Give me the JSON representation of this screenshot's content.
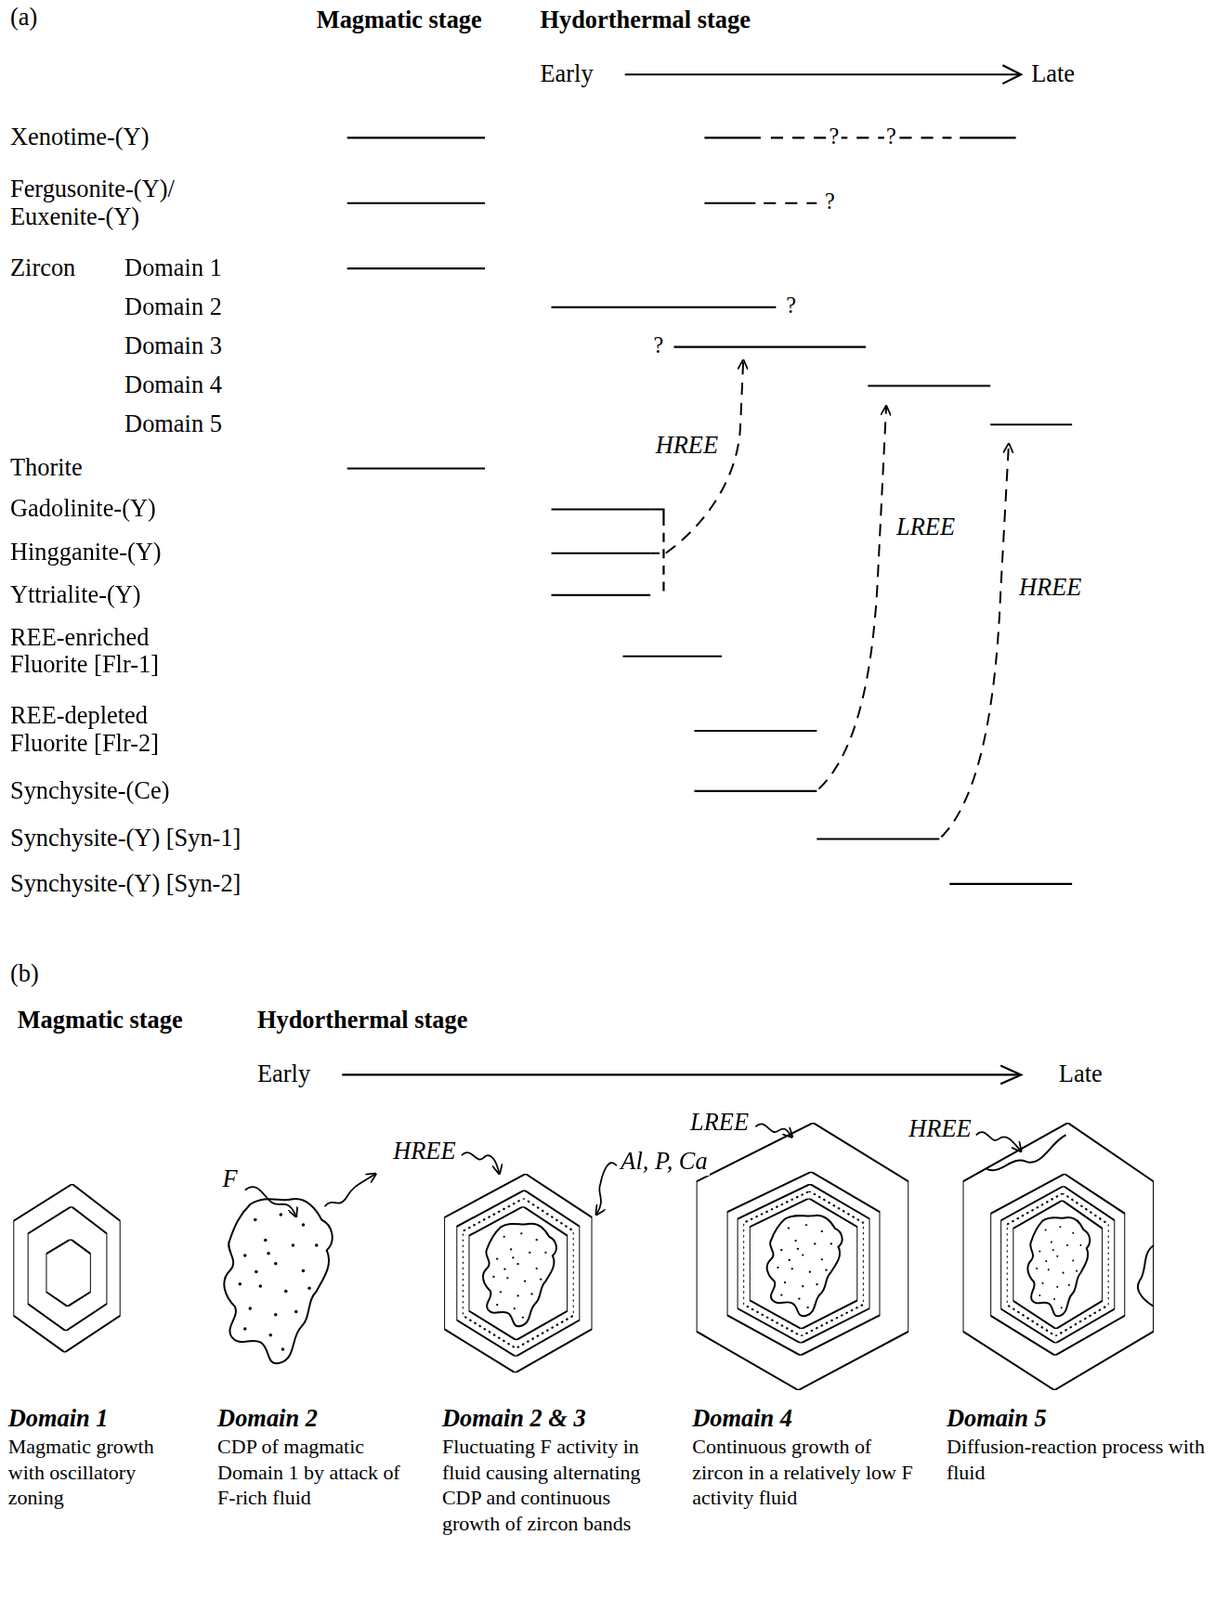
{
  "diagram": {
    "labels": [
      "(a)",
      "Magmatic stage",
      "Hydorthermal stage",
      "Early",
      "Late",
      "Xenotime-(Y)",
      "?",
      "?",
      "Fergusonite-(Y)/ Euxenite-(Y)",
      "?",
      "Zircon",
      "Domain 1",
      "Domain 2",
      "?",
      "Domain 3",
      "?",
      "Domain 4",
      "Domain 5",
      "Thorite",
      "Gadolinite-(Y)",
      "Hingganite-(Y)",
      "Yttrialite-(Y)",
      "REE-enriched Fluorite [Flr-1]",
      "REE-depleted Fluorite [Flr-2]",
      "Synchysite-(Ce)",
      "Synchysite-(Y) [Syn-1]",
      "Synchysite-(Y) [Syn-2]",
      "HREE",
      "LREE",
      "HREE",
      "(b)",
      "Magmatic stage",
      "Hydorthermal stage",
      "Early",
      "Late",
      "F",
      "HREE",
      "Al, P, Ca",
      "LREE",
      "HREE",
      "Domain 1",
      "Magmatic growth with oscillatory zoning",
      "Domain 2",
      "CDP of magmatic Domain 1 by attack of F-rich fluid",
      "Domain 2 & 3",
      "Fluctuating F activity in fluid causing alternating CDP and continuous growth of zircon bands",
      "Domain 4",
      "Continuous growth of zircon in a relatively low F activity fluid",
      "Domain 5",
      "Diffusion-reaction process with fluid"
    ]
  }
}
